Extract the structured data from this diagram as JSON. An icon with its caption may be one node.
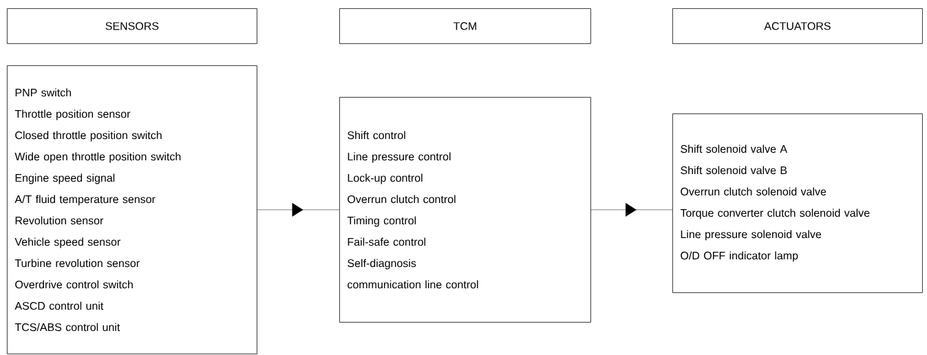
{
  "diagram": {
    "nodes": [
      {
        "text": [
          "SENSORS"
        ]
      },
      {
        "text": [
          "TCM"
        ]
      },
      {
        "text": [
          "ACTUATORS"
        ]
      },
      {
        "text": [
          "PNP switch",
          "Throttle position sensor",
          "Closed throttle position switch",
          "Wide open throttle position switch",
          "Engine speed signal",
          "A/T fluid temperature sensor",
          "Revolution sensor",
          "Vehicle speed sensor",
          "Turbine revolution sensor",
          "Overdrive control switch",
          "ASCD control unit",
          "TCS/ABS control unit"
        ]
      },
      {
        "text": [
          "Shift control",
          "Line pressure control",
          "Lock-up control",
          "Overrun clutch control",
          "Timing control",
          "Fail-safe control",
          "Self-diagnosis",
          "communication line control"
        ]
      },
      {
        "text": [
          "Shift solenoid valve A",
          "Shift solenoid valve B",
          "Overrun clutch solenoid valve",
          "Torque converter clutch solenoid valve",
          "Line pressure solenoid valve",
          "O/D OFF indicator lamp"
        ]
      }
    ],
    "edges": [
      {
        "from": 3,
        "to": 4,
        "arrow": "to"
      },
      {
        "from": 4,
        "to": 5,
        "arrow": "to"
      }
    ]
  }
}
